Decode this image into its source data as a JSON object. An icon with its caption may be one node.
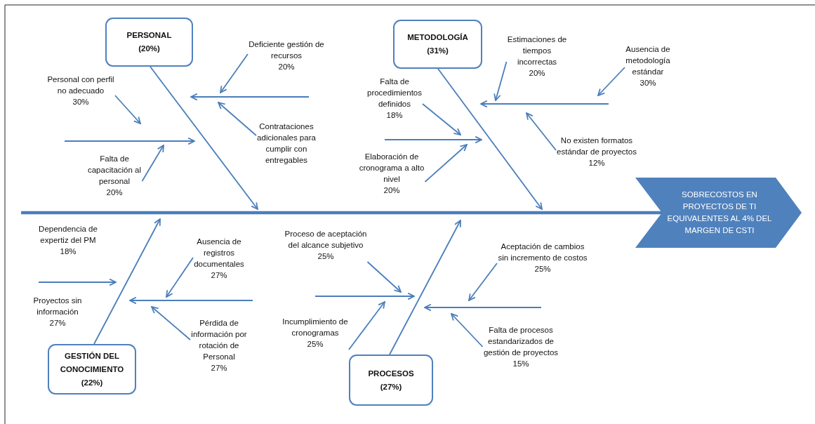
{
  "diagram": {
    "nodes": [
      {
        "text": [
          "PERSONAL",
          "(20%)"
        ]
      },
      {
        "text": [
          "Personal con perfil no adecuado",
          "30%"
        ]
      },
      {
        "text": [
          "Deficiente gestión de recursos",
          "20%"
        ]
      },
      {
        "text": [
          "Contrataciones adicionales para cumplir con entregables"
        ]
      },
      {
        "text": [
          "Falta de capacitación al personal",
          "20%"
        ]
      },
      {
        "text": [
          "METODOLOGÍA",
          "(31%)"
        ]
      },
      {
        "text": [
          "Falta de procedimientos definidos",
          "18%"
        ]
      },
      {
        "text": [
          "Estimaciones de tiempos incorrectas",
          "20%"
        ]
      },
      {
        "text": [
          "Ausencia de metodología estándar",
          "30%"
        ]
      },
      {
        "text": [
          "No existen formatos estándar de proyectos",
          "12%"
        ]
      },
      {
        "text": [
          "Elaboración de cronograma a alto nivel",
          "20%"
        ]
      },
      {
        "text": [
          "SOBRECOSTOS EN PROYECTOS DE TI EQUIVALENTES AL 4% DEL MARGEN DE CSTI"
        ]
      },
      {
        "text": [
          "Ausencia de registros documentales",
          "27%"
        ]
      },
      {
        "text": [
          "Proceso de aceptación del alcance subjetivo",
          "25%"
        ]
      },
      {
        "text": [
          "Aceptación de cambios sin incremento de costos",
          "25%"
        ]
      },
      {
        "text": [
          "Pérdida de información por rotación de Personal",
          "27%"
        ]
      },
      {
        "text": [
          "Incumplimiento de cronogramas",
          "25%"
        ]
      },
      {
        "text": [
          "Falta de procesos estandarizados de gestión de proyectos",
          "15%"
        ]
      },
      {
        "text": [
          "GESTIÓN DEL CONOCIMIENTO",
          "(22%)"
        ]
      },
      {
        "text": [
          "PROCESOS",
          "(27%)"
        ]
      }
    ],
    "edges": [
      {
        "from": 0,
        "to": null,
        "arrow": "to"
      },
      {
        "from": 5,
        "to": null,
        "arrow": "to"
      },
      {
        "from": 18,
        "to": null,
        "arrow": "to"
      },
      {
        "from": 19,
        "to": null,
        "arrow": "to"
      },
      {
        "from": null,
        "to": 11,
        "arrow": "none",
        "style": "thick"
      },
      {
        "from": 1,
        "to": null,
        "arrow": "to"
      },
      {
        "from": 2,
        "to": null,
        "arrow": "to"
      },
      {
        "from": 3,
        "to": null,
        "arrow": "to"
      },
      {
        "from": 4,
        "to": null,
        "arrow": "to"
      },
      {
        "from": 6,
        "to": null,
        "arrow": "to"
      },
      {
        "from": 7,
        "to": null,
        "arrow": "to"
      },
      {
        "from": 8,
        "to": null,
        "arrow": "to"
      },
      {
        "from": 9,
        "to": null,
        "arrow": "to"
      },
      {
        "from": 10,
        "to": null,
        "arrow": "to"
      },
      {
        "from": 12,
        "to": null,
        "arrow": "to"
      },
      {
        "from": 13,
        "to": null,
        "arrow": "to"
      },
      {
        "from": 14,
        "to": null,
        "arrow": "to"
      },
      {
        "from": 15,
        "to": null,
        "arrow": "to"
      },
      {
        "from": 16,
        "to": null,
        "arrow": "to"
      },
      {
        "from": 17,
        "to": null,
        "arrow": "to"
      }
    ],
    "labels": [
      "Dependencia de expertiz del PM",
      "18%",
      "Proyectos sin información",
      "27%"
    ]
  }
}
